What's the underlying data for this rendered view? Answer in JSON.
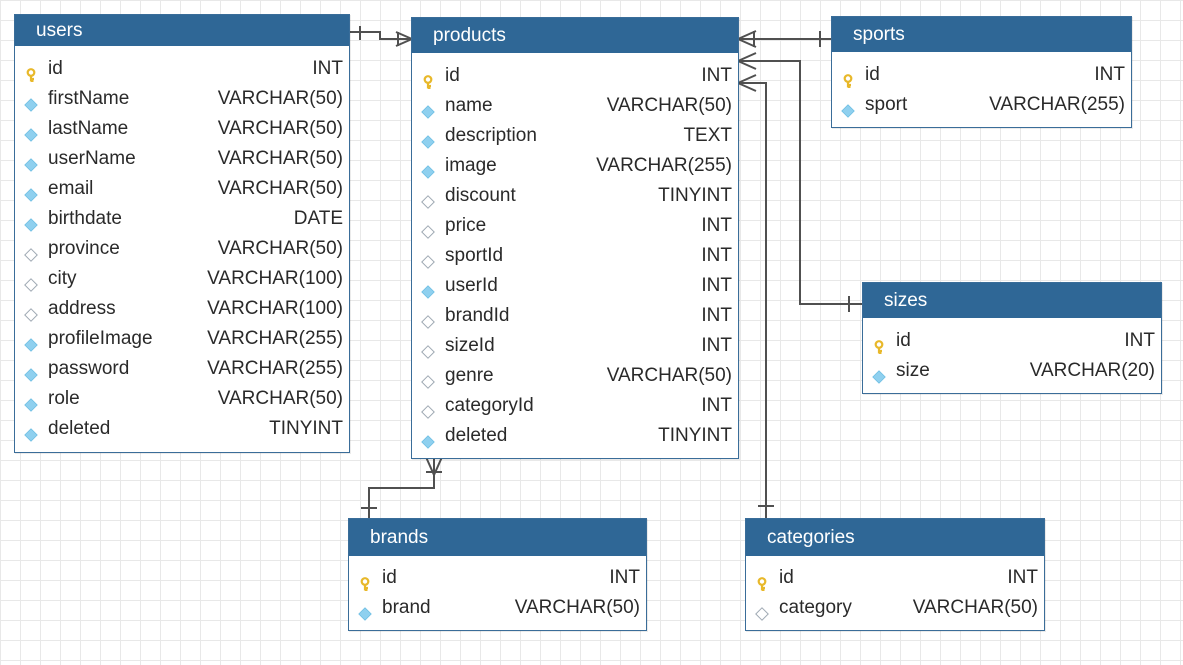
{
  "colors": {
    "header": "#2f6796",
    "key": "#e8b82a",
    "diamond": "#8fd0ef",
    "line": "#505050"
  },
  "entities": {
    "users": {
      "title": "users",
      "fields": [
        {
          "name": "id",
          "type": "INT",
          "icon": "key-icon"
        },
        {
          "name": "firstName",
          "type": "VARCHAR(50)",
          "icon": "filled-diamond-icon"
        },
        {
          "name": "lastName",
          "type": "VARCHAR(50)",
          "icon": "filled-diamond-icon"
        },
        {
          "name": "userName",
          "type": "VARCHAR(50)",
          "icon": "filled-diamond-icon"
        },
        {
          "name": "email",
          "type": "VARCHAR(50)",
          "icon": "filled-diamond-icon"
        },
        {
          "name": "birthdate",
          "type": "DATE",
          "icon": "filled-diamond-icon"
        },
        {
          "name": "province",
          "type": "VARCHAR(50)",
          "icon": "empty-diamond-icon"
        },
        {
          "name": "city",
          "type": "VARCHAR(100)",
          "icon": "empty-diamond-icon"
        },
        {
          "name": "address",
          "type": "VARCHAR(100)",
          "icon": "empty-diamond-icon"
        },
        {
          "name": "profileImage",
          "type": "VARCHAR(255)",
          "icon": "filled-diamond-icon"
        },
        {
          "name": "password",
          "type": "VARCHAR(255)",
          "icon": "filled-diamond-icon"
        },
        {
          "name": "role",
          "type": "VARCHAR(50)",
          "icon": "filled-diamond-icon"
        },
        {
          "name": "deleted",
          "type": "TINYINT",
          "icon": "filled-diamond-icon"
        }
      ]
    },
    "products": {
      "title": "products",
      "fields": [
        {
          "name": "id",
          "type": "INT",
          "icon": "key-icon"
        },
        {
          "name": "name",
          "type": "VARCHAR(50)",
          "icon": "filled-diamond-icon"
        },
        {
          "name": "description",
          "type": "TEXT",
          "icon": "filled-diamond-icon"
        },
        {
          "name": "image",
          "type": "VARCHAR(255)",
          "icon": "filled-diamond-icon"
        },
        {
          "name": "discount",
          "type": "TINYINT",
          "icon": "empty-diamond-icon"
        },
        {
          "name": "price",
          "type": "INT",
          "icon": "empty-diamond-icon"
        },
        {
          "name": "sportId",
          "type": "INT",
          "icon": "empty-diamond-icon"
        },
        {
          "name": "userId",
          "type": "INT",
          "icon": "filled-diamond-icon"
        },
        {
          "name": "brandId",
          "type": "INT",
          "icon": "empty-diamond-icon"
        },
        {
          "name": "sizeId",
          "type": "INT",
          "icon": "empty-diamond-icon"
        },
        {
          "name": "genre",
          "type": "VARCHAR(50)",
          "icon": "empty-diamond-icon"
        },
        {
          "name": "categoryId",
          "type": "INT",
          "icon": "empty-diamond-icon"
        },
        {
          "name": "deleted",
          "type": "TINYINT",
          "icon": "filled-diamond-icon"
        }
      ]
    },
    "sports": {
      "title": "sports",
      "fields": [
        {
          "name": "id",
          "type": "INT",
          "icon": "key-icon"
        },
        {
          "name": "sport",
          "type": "VARCHAR(255)",
          "icon": "filled-diamond-icon"
        }
      ]
    },
    "sizes": {
      "title": "sizes",
      "fields": [
        {
          "name": "id",
          "type": "INT",
          "icon": "key-icon"
        },
        {
          "name": "size",
          "type": "VARCHAR(20)",
          "icon": "filled-diamond-icon"
        }
      ]
    },
    "brands": {
      "title": "brands",
      "fields": [
        {
          "name": "id",
          "type": "INT",
          "icon": "key-icon"
        },
        {
          "name": "brand",
          "type": "VARCHAR(50)",
          "icon": "filled-diamond-icon"
        }
      ]
    },
    "categories": {
      "title": "categories",
      "fields": [
        {
          "name": "id",
          "type": "INT",
          "icon": "key-icon"
        },
        {
          "name": "category",
          "type": "VARCHAR(50)",
          "icon": "empty-diamond-icon"
        }
      ]
    }
  }
}
